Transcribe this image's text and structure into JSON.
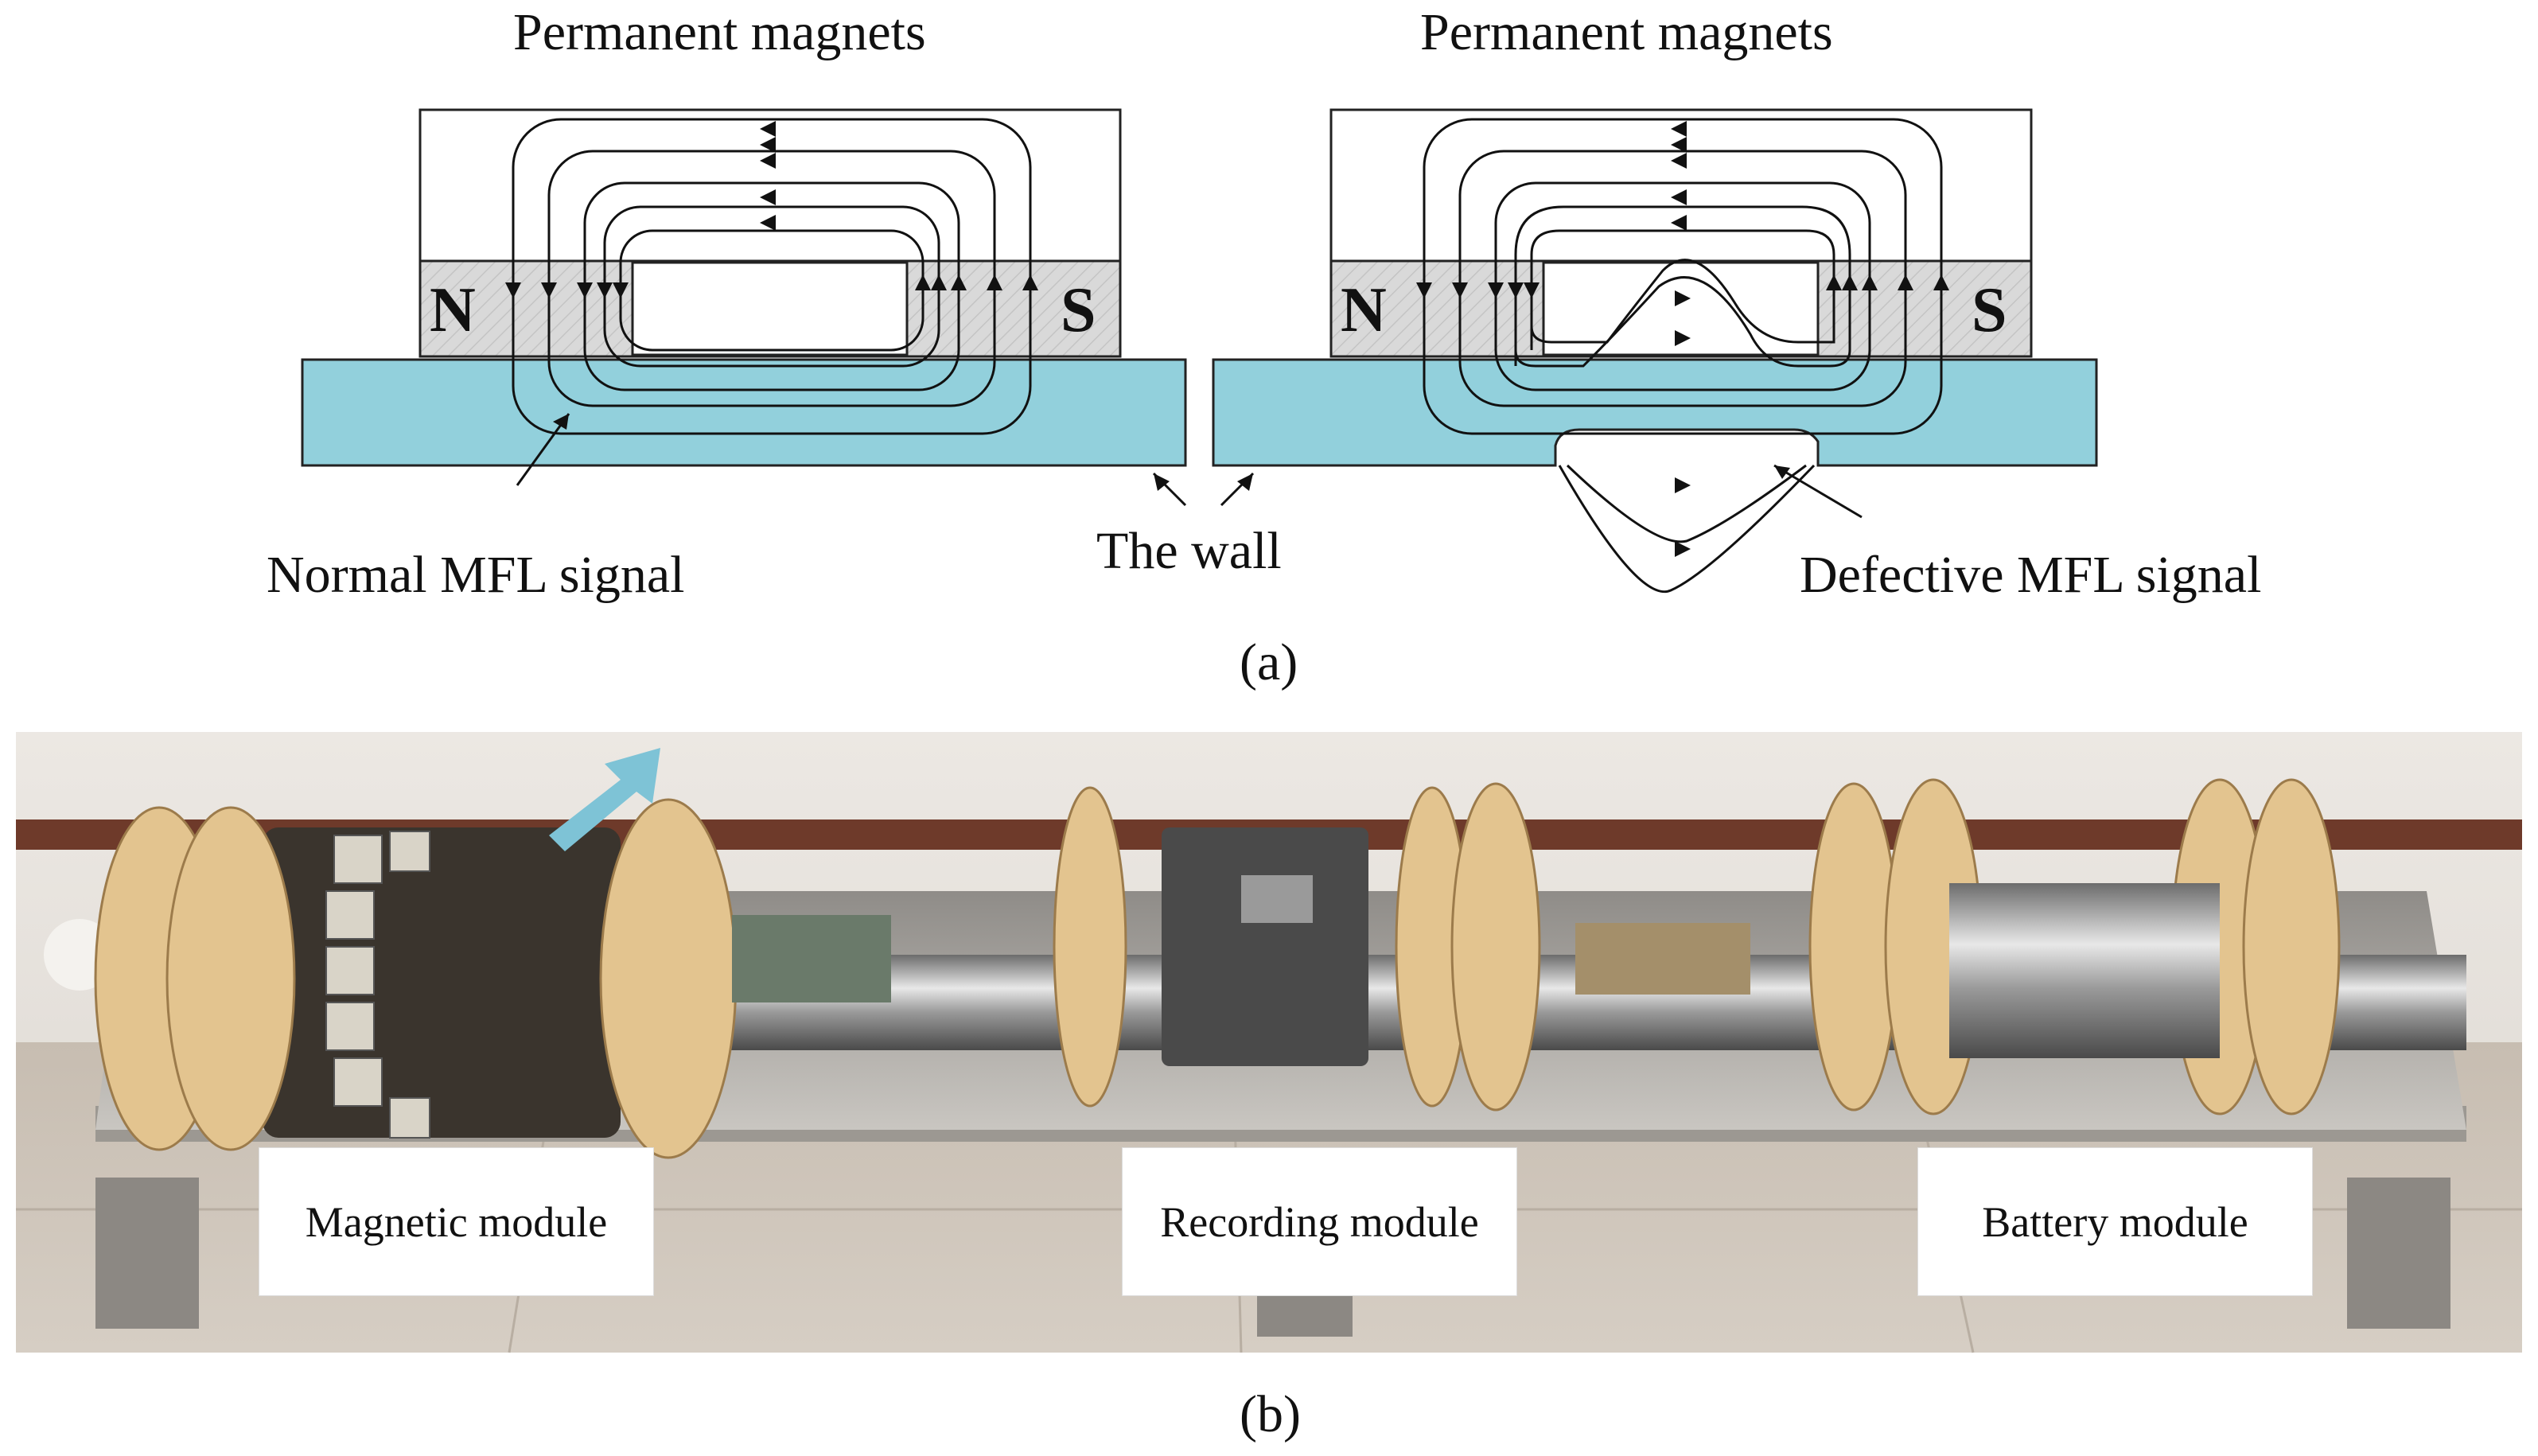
{
  "diagram": {
    "left_title": "Permanent magnets",
    "right_title": "Permanent magnets",
    "north_label": "N",
    "south_label": "S",
    "normal_signal_label": "Normal MFL signal",
    "wall_label": "The wall",
    "defect_signal_label": "Defective MFL signal",
    "caption_a": "(a)",
    "caption_b": "(b)"
  },
  "photo": {
    "magnetic_module": "Magnetic module",
    "recording_module": "Recording module",
    "battery_module": "Battery module"
  },
  "colors": {
    "wall_fill": "#92d0dc",
    "magnet_fill": "#d9d9d9",
    "arrow_fill": "#7ec3d6",
    "wheel_fill": "#e3c48f"
  }
}
